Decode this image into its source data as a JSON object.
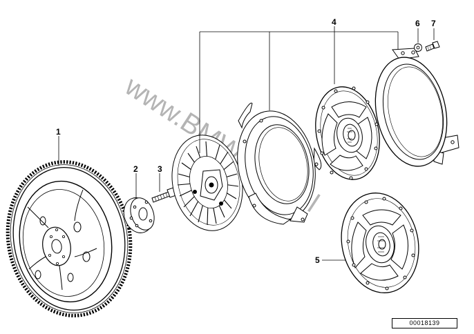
{
  "callouts": [
    {
      "id": "1",
      "label": "1"
    },
    {
      "id": "2",
      "label": "2"
    },
    {
      "id": "3",
      "label": "3"
    },
    {
      "id": "4",
      "label": "4"
    },
    {
      "id": "5",
      "label": "5"
    },
    {
      "id": "6",
      "label": "6"
    },
    {
      "id": "7",
      "label": "7"
    }
  ],
  "watermark": "www.BMWstore.pl",
  "reference_number": "00018139",
  "colors": {
    "line": "#000000",
    "background": "#ffffff",
    "watermark": "#b4b4b4"
  }
}
